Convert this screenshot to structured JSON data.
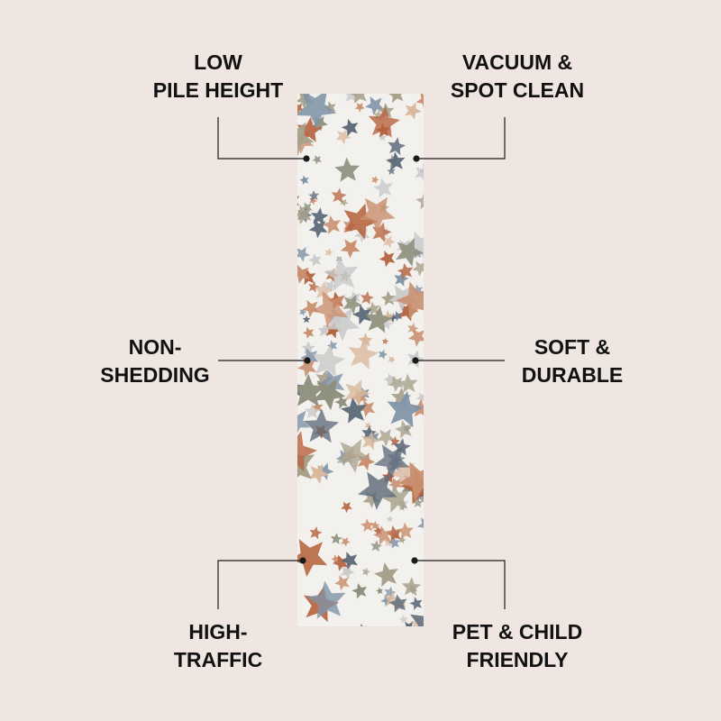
{
  "colors": {
    "background": "#efe6e2",
    "rug_base": "#f3f1ee",
    "text": "#111111",
    "leader_line": "#1a1a1a",
    "star_palette": [
      "#b5633e",
      "#8f8f7d",
      "#7f93a6",
      "#d9b99d",
      "#c9c9c9",
      "#c98f6f",
      "#a7a18b",
      "#5e6b7a"
    ]
  },
  "product_image": {
    "pattern": "stars",
    "icon": "star-icon"
  },
  "features": {
    "low_pile": {
      "line1": "LOW",
      "line2": "PILE HEIGHT"
    },
    "vacuum": {
      "line1": "VACUUM &",
      "line2": "SPOT CLEAN"
    },
    "non_shedding": {
      "line1": "NON-",
      "line2": "SHEDDING"
    },
    "soft_durable": {
      "line1": "SOFT &",
      "line2": "DURABLE"
    },
    "high_traffic": {
      "line1": "HIGH-",
      "line2": "TRAFFIC"
    },
    "pet_child": {
      "line1": "PET & CHILD",
      "line2": "FRIENDLY"
    }
  }
}
